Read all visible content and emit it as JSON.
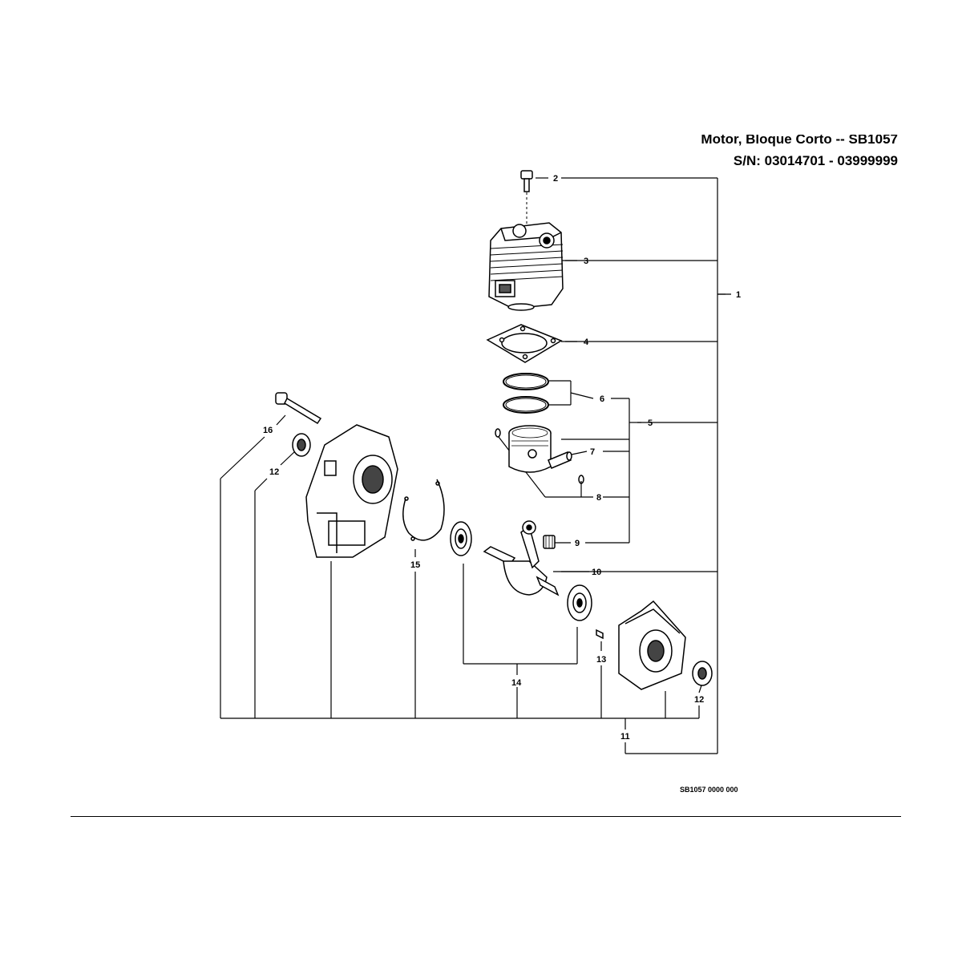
{
  "title": {
    "line1": "Motor, Bloque Corto -- SB1057",
    "line2": "S/N: 03014701 - 03999999"
  },
  "reference_code": "SB1057 0000 000",
  "callouts": [
    "1",
    "2",
    "3",
    "4",
    "5",
    "6",
    "7",
    "8",
    "9",
    "10",
    "11",
    "12",
    "12",
    "13",
    "14",
    "15",
    "16"
  ]
}
